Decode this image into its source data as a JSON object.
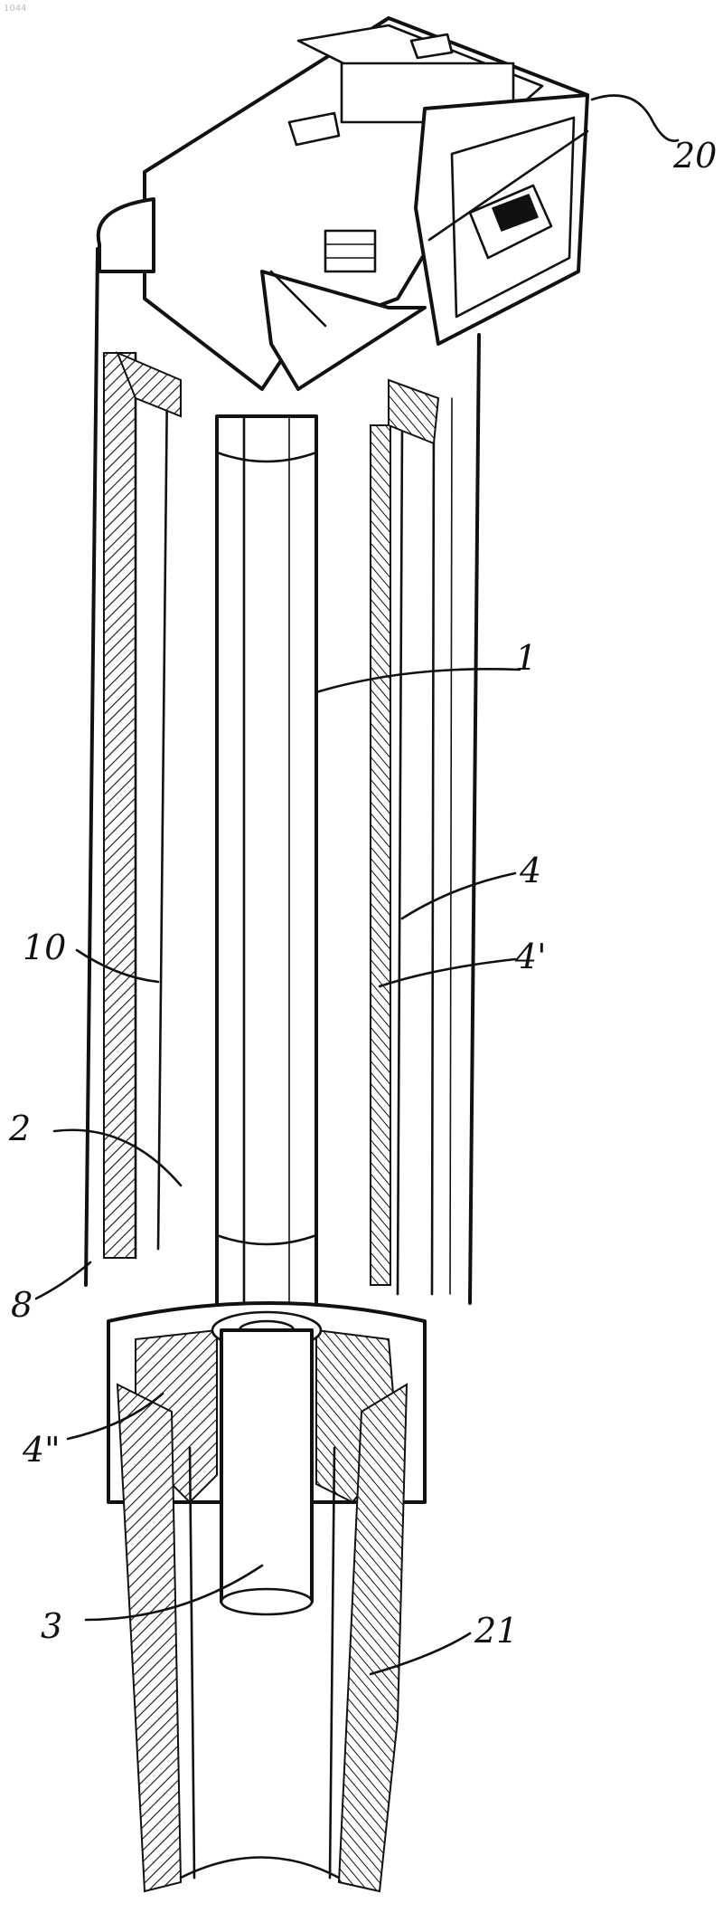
{
  "figure": {
    "corner_mark": "1044",
    "labels": {
      "l20": "20",
      "l1": "1",
      "l4": "4",
      "l4p": "4'",
      "l10": "10",
      "l2": "2",
      "l8": "8",
      "l4pp": "4\"",
      "l3": "3",
      "l21": "21"
    }
  }
}
